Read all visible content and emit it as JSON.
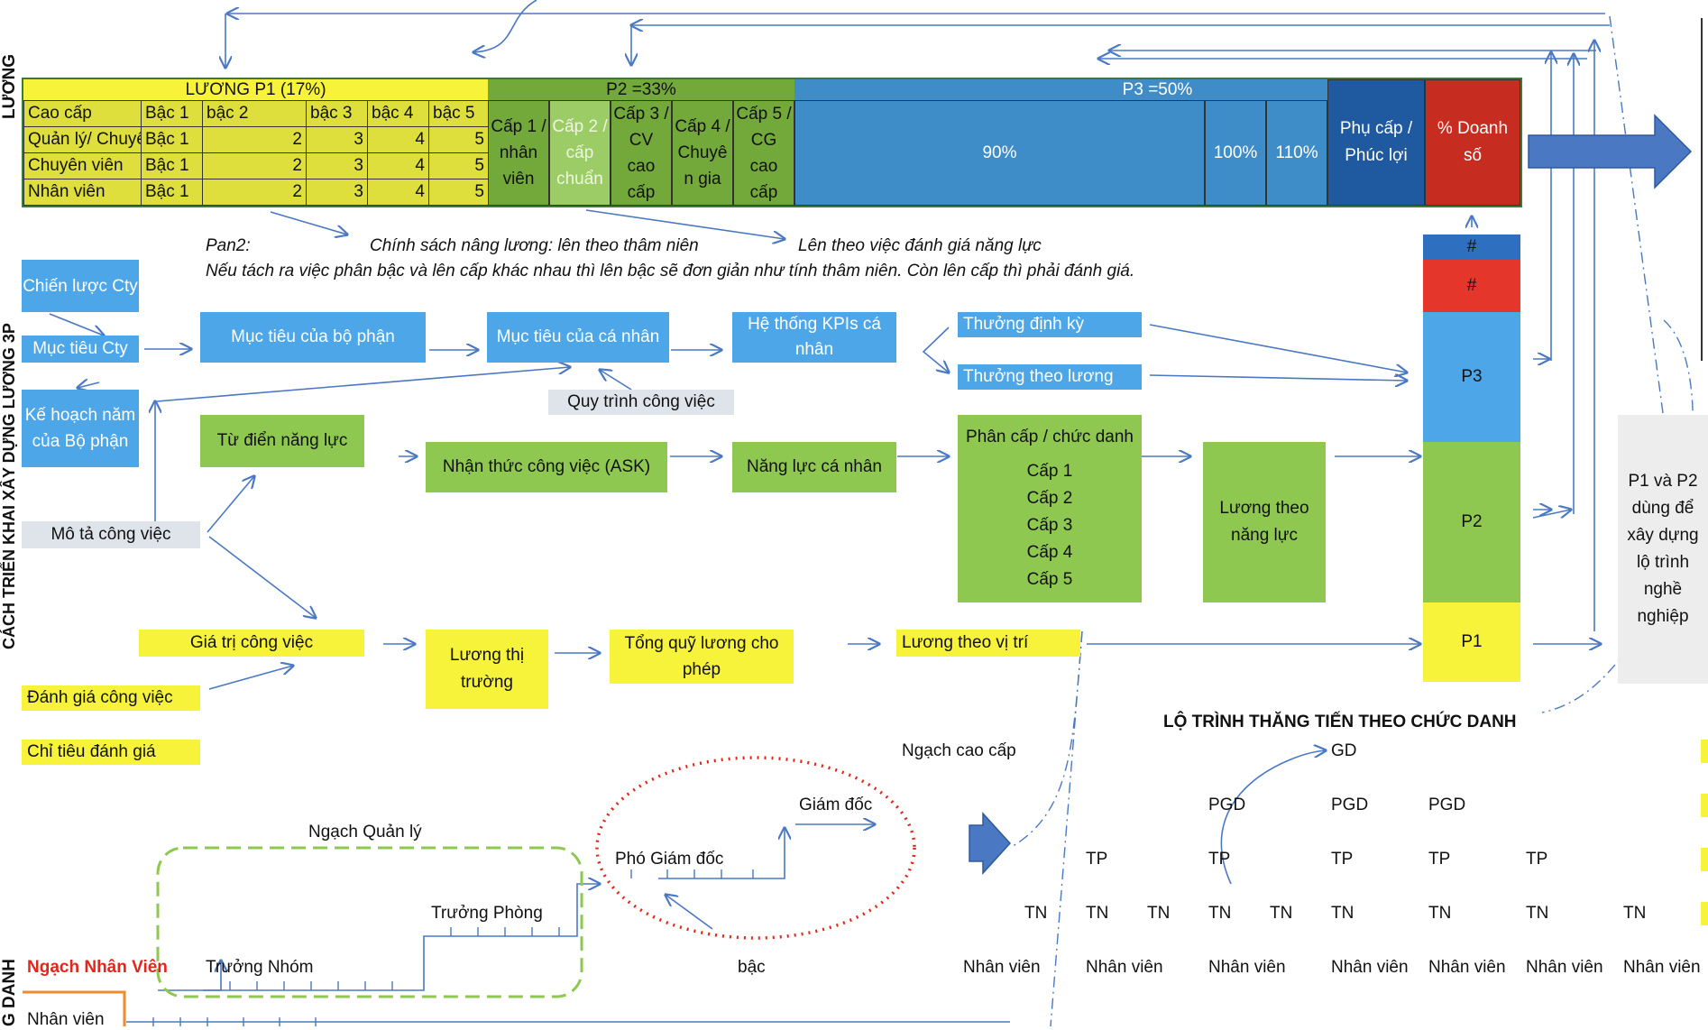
{
  "side_labels": {
    "luong": "LƯƠNG",
    "trien_khai": "CÁCH TRIỂN KHAI XÂY DỰNG LƯƠNG 3P",
    "chuc_danh": "G DANH"
  },
  "salary_header": {
    "p1": "LƯƠNG P1 (17%)",
    "p2": "P2 =33%",
    "p3": "P3 =50%"
  },
  "salary_table": {
    "columns": [
      "Cao cấp",
      "Bậc 1",
      "bậc 2",
      "bậc 3",
      "bậc 4",
      "bậc 5"
    ],
    "rows": [
      [
        "Quản lý/ Chuyên",
        "Bậc 1",
        "2",
        "3",
        "4",
        "5"
      ],
      [
        "Chuyên viên",
        "Bậc 1",
        "2",
        "3",
        "4",
        "5"
      ],
      [
        "Nhân viên",
        "Bậc 1",
        "2",
        "3",
        "4",
        "5"
      ]
    ],
    "cap1": "Cấp 1 / nhân viên",
    "cap2": "Cấp 2 / cấp chuẩn",
    "cap3": "Cấp 3 / CV cao cấp",
    "cap4": "Cấp 4 / Chuyên gia",
    "cap5": "Cấp 5 / CG cao cấp",
    "p3_90": "90%",
    "p3_100": "100%",
    "p3_110": "110%",
    "phucap": "Phụ cấp / Phúc lợi",
    "doanhso": "% Doanh số"
  },
  "pan2": {
    "label": "Pan2:",
    "policy": "Chính sách nâng lương: lên theo thâm niên",
    "eval": "Lên theo việc đánh giá năng lực",
    "note": "Nếu tách ra việc phân bậc và lên cấp khác nhau thì lên bậc sẽ đơn giản như tính thâm niên. Còn lên cấp thì phải đánh giá."
  },
  "flow": {
    "chien_luoc": "Chiến lược Cty",
    "muc_tieu_cty": "Mục tiêu Cty",
    "ke_hoach": "Kế hoạch năm của Bộ phận",
    "muc_tieu_bp": "Mục tiêu của bộ phận",
    "muc_tieu_cn": "Mục tiêu của cá nhân",
    "kpi": "Hệ thống KPIs cá nhân",
    "thuong_dinh_ky": "Thưởng định kỳ",
    "thuong_luong": "Thưởng theo lương",
    "quy_trinh": "Quy trình công việc",
    "tu_dien": "Từ điển năng lực",
    "mo_ta": "Mô tả công việc",
    "ask": "Nhận thức công việc (ASK)",
    "nang_luc": "Năng lực cá nhân",
    "phan_cap": "Phân cấp / chức danh",
    "cap_list": [
      "Cấp 1",
      "Cấp 2",
      "Cấp 3",
      "Cấp 4",
      "Cấp 5"
    ],
    "luong_nang_luc": "Lương theo năng lực",
    "gia_tri": "Giá trị công việc",
    "danh_gia": "Đánh giá công việc",
    "chi_tieu": "Chỉ tiêu đánh giá",
    "thi_truong": "Lương thị trường",
    "tong_quy": "Tổng quỹ lương cho phép",
    "vi_tri": "Lương theo vị trí",
    "p_hash1": "#",
    "p_hash2": "#",
    "p3": "P3",
    "p2": "P2",
    "p1": "P1",
    "p1p2_note": "P1 và P2 dùng để xây dựng lộ trình nghề nghiệp"
  },
  "career": {
    "title": "LỘ TRÌNH THĂNG TIẾN THEO CHỨC DANH",
    "ngach_cao_cap": "Ngạch cao cấp",
    "ngach_quan_ly": "Ngạch Quản lý",
    "ngach_nhan_vien": "Ngạch Nhân Viên",
    "nhan_vien_bottom": "Nhân viên",
    "truong_nhom": "Trưởng Nhóm",
    "truong_phong": "Trưởng Phòng",
    "pho_giam_doc": "Phó Giám đốc",
    "giam_doc": "Giám đốc",
    "bac": "bậc",
    "gd": "GD",
    "pgd": "PGD",
    "tp": "TP",
    "tn": "TN",
    "nv": "Nhân viên"
  },
  "colors": {
    "blue": "#4da6e8",
    "green": "#8fc851",
    "yellow": "#f6f33a",
    "red": "#e1261c",
    "navy": "#1f5aa0",
    "arrow": "#4a78c2"
  }
}
